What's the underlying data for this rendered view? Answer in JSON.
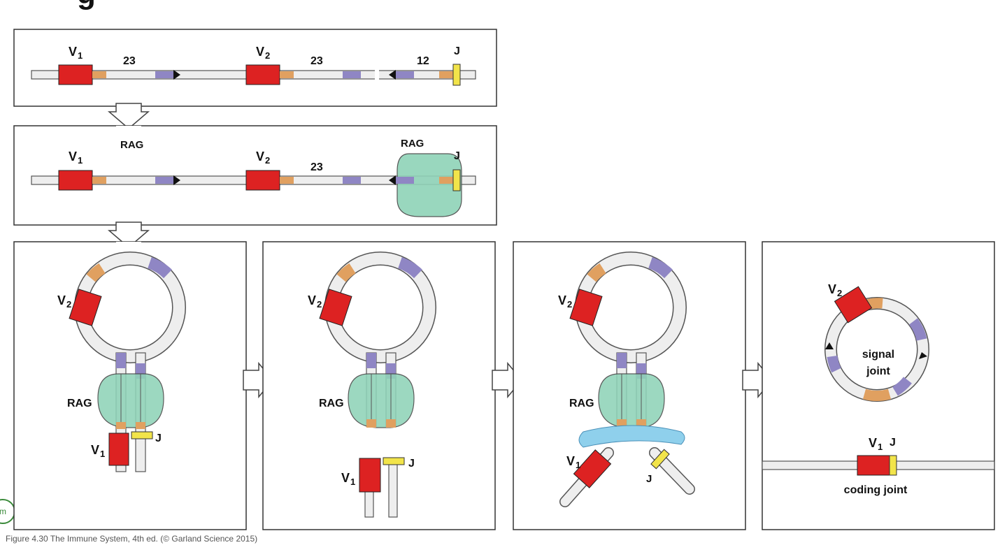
{
  "title_fragment": "g",
  "labels": {
    "v1": "V",
    "v2": "V",
    "j": "J",
    "sub1": "1",
    "sub2": "2",
    "spacer23": "23",
    "spacer12": "12",
    "rag": "RAG",
    "signal_joint_line1": "signal",
    "signal_joint_line2": "joint",
    "coding_joint": "coding joint"
  },
  "caption": "Figure 4.30 The Immune System, 4th ed. (© Garland Science 2015)",
  "badge": "m",
  "colors": {
    "v_segment": "#dd2222",
    "j_segment": "#f2e44a",
    "heptamer": "#e0a060",
    "nonamer": "#8f86c4",
    "rag": "#8fd3b8",
    "dna_fill": "#eeeeee",
    "dna_outline": "#555555",
    "ku_bar": "#8fd0ec"
  }
}
